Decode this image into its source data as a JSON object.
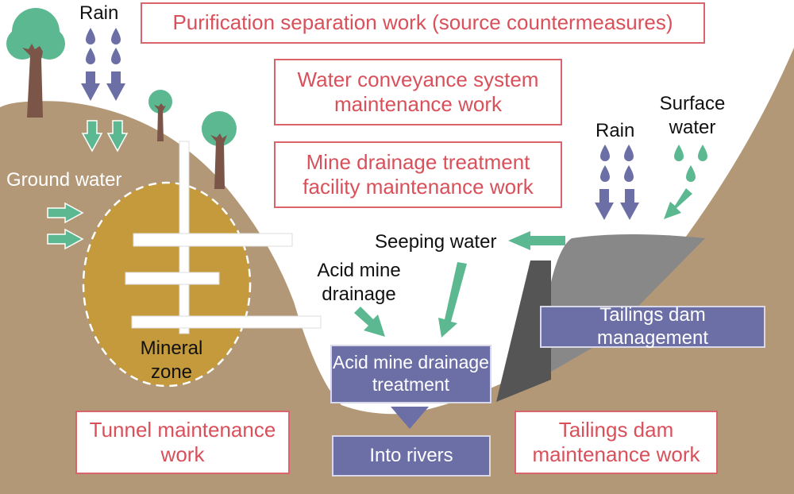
{
  "colors": {
    "ground": "#b39878",
    "mineral": "#c49a3c",
    "red": "#d9505a",
    "purple": "#6b6fa6",
    "green": "#5cb890",
    "dam": "#555555",
    "tailings": "#888888"
  },
  "labels": {
    "rain_left": "Rain",
    "rain_right": "Rain",
    "ground_water": "Ground water",
    "surface_water": "Surface water",
    "seeping_water": "Seeping water",
    "acid_mine_drainage": "Acid mine drainage",
    "mineral_zone": "Mineral zone"
  },
  "countermeasures": {
    "purification": "Purification separation work (source countermeasures)",
    "water_conveyance": "Water conveyance system maintenance work",
    "mine_drainage": "Mine drainage treatment facility maintenance work",
    "tunnel": "Tunnel maintenance work",
    "tailings_dam_work": "Tailings dam maintenance work"
  },
  "process": {
    "treatment": "Acid mine drainage treatment",
    "rivers": "Into rivers",
    "dam_management": "Tailings dam management"
  }
}
